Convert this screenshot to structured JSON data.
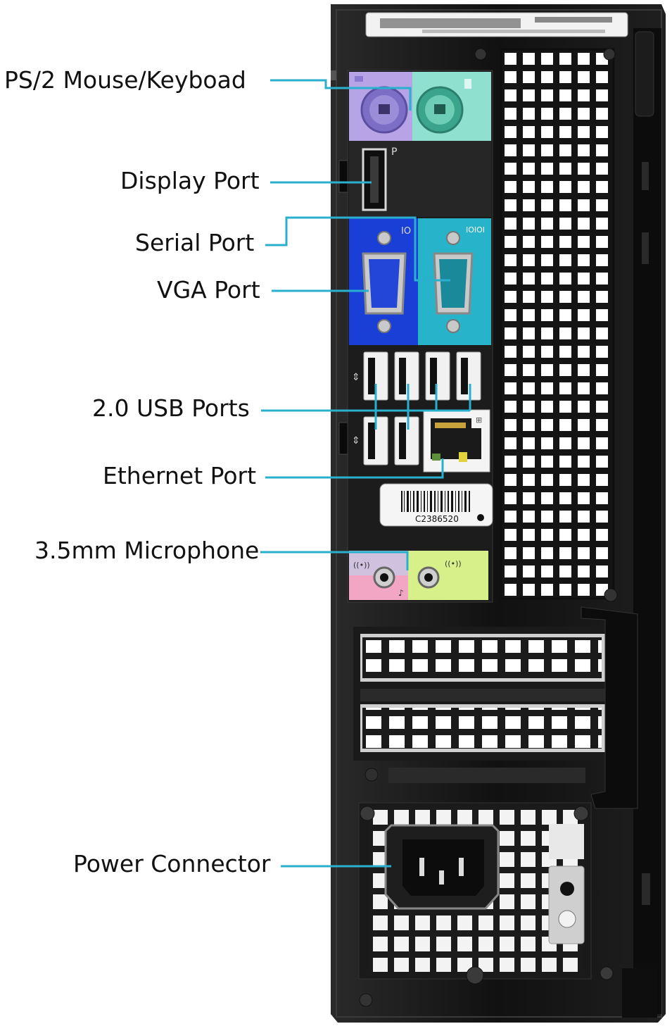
{
  "labels": {
    "ps2": "PS/2 Mouse/Keyboad",
    "display": "Display Port",
    "serial": "Serial Port",
    "vga": "VGA Port",
    "usb": "2.0 USB Ports",
    "ethernet": "Ethernet Port",
    "mic": "3.5mm Microphone",
    "power": "Power Connector"
  },
  "sticker": {
    "code": "C2386520"
  },
  "colors": {
    "leader": "#2ab0cf",
    "chassis": "#141414",
    "ps2_mouse": "#b6a4e6",
    "ps2_keyboard": "#8fe0cf",
    "vga": "#1a3fd6",
    "serial": "#27b3c9",
    "audio_mic": "#f2a6c4",
    "audio_line": "#d8f08a"
  }
}
